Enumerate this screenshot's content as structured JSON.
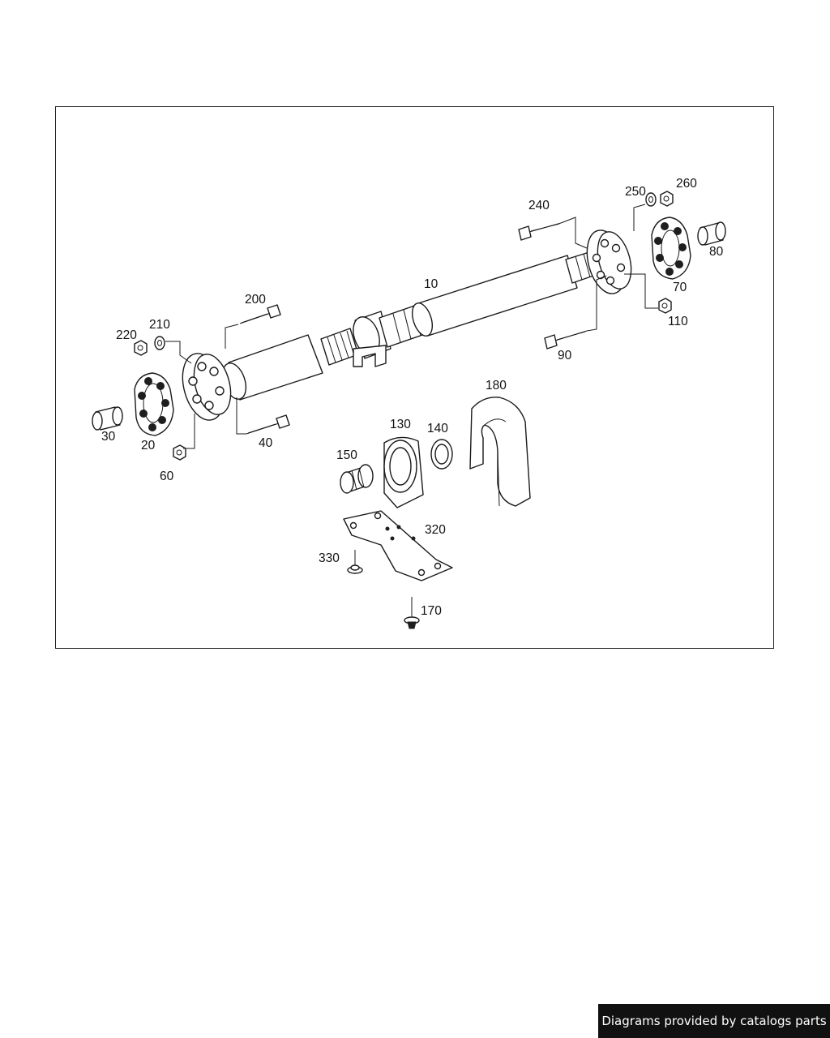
{
  "diagram": {
    "labels": {
      "p10": "10",
      "p20": "20",
      "p30": "30",
      "p40": "40",
      "p60": "60",
      "p70": "70",
      "p80": "80",
      "p90": "90",
      "p110": "110",
      "p130": "130",
      "p140": "140",
      "p150": "150",
      "p170": "170",
      "p180": "180",
      "p200": "200",
      "p210": "210",
      "p220": "220",
      "p240": "240",
      "p250": "250",
      "p260": "260",
      "p320": "320",
      "p330": "330"
    }
  },
  "footer": {
    "credit": "Diagrams provided by catalogs parts"
  },
  "colors": {
    "line": "#1a1a1a",
    "background": "#ffffff",
    "credit_bg": "#111111",
    "credit_text": "#ffffff"
  }
}
